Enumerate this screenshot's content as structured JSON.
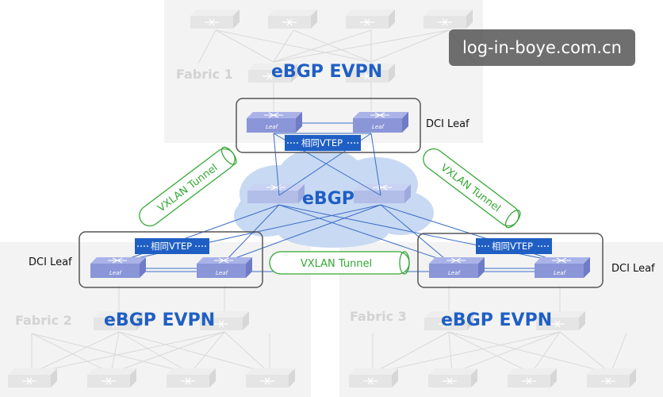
{
  "fabrics": [
    {
      "label": "Fabric 1",
      "protocol": "eBGP EVPN"
    },
    {
      "label": "Fabric 2",
      "protocol": "eBGP EVPN"
    },
    {
      "label": "Fabric 3",
      "protocol": "eBGP EVPN"
    }
  ],
  "core": {
    "protocol": "eBGP"
  },
  "dci_leaf_label": "DCI Leaf",
  "vtep_label": "相同VTEP",
  "leaf_label": "Leaf",
  "tunnel_label": "VXLAN Tunnel",
  "watermark": "log-in-boye.com.cn",
  "colors": {
    "accent_blue": "#1f5fc4",
    "switch_blue": "#8b96d8",
    "tunnel_green": "#35a835",
    "cloud": "#c6d8f3"
  }
}
